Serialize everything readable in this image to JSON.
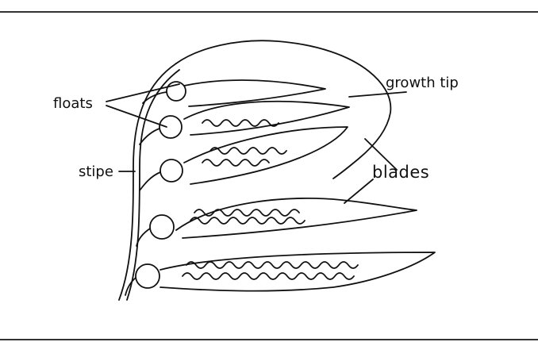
{
  "labels": {
    "floats": "floats",
    "stipe": "stipe",
    "growth_tip": "growth tip",
    "blades": "blades"
  }
}
